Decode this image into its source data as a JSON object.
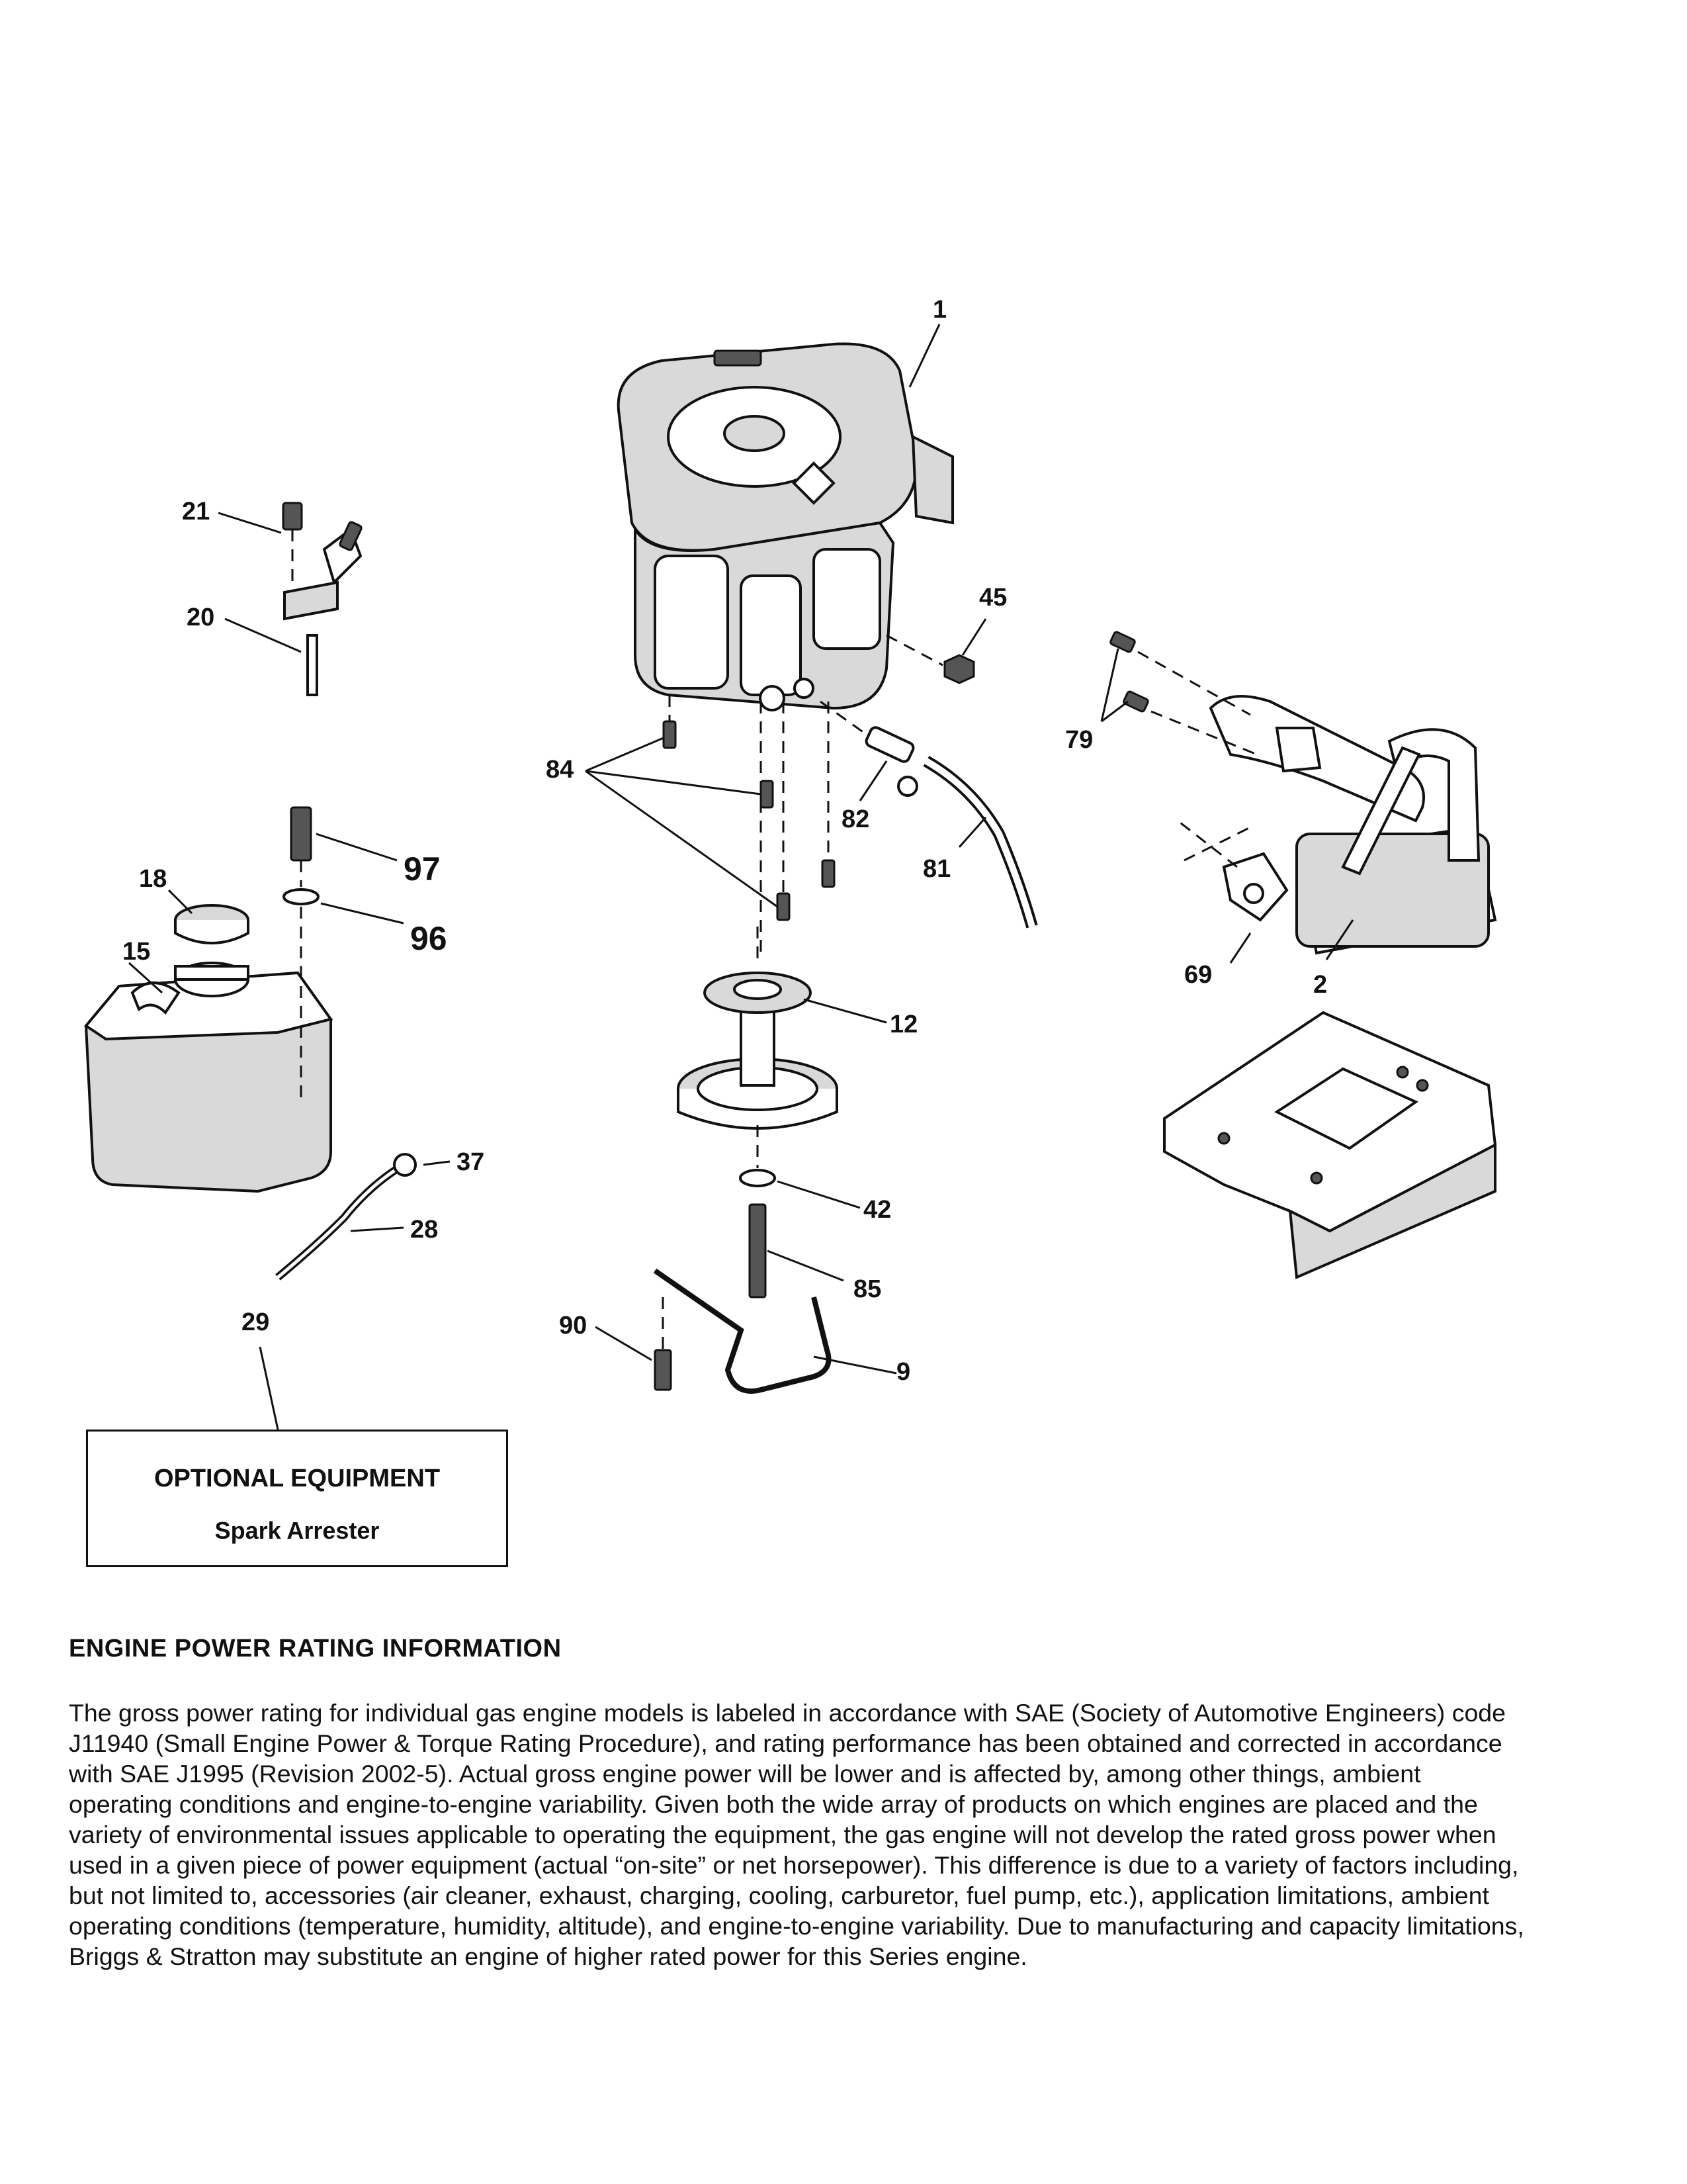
{
  "callouts": {
    "p1": "1",
    "p2": "2",
    "p9": "9",
    "p12": "12",
    "p15": "15",
    "p18": "18",
    "p20": "20",
    "p21": "21",
    "p28": "28",
    "p29": "29",
    "p37": "37",
    "p42": "42",
    "p45": "45",
    "p69": "69",
    "p79": "79",
    "p81": "81",
    "p82": "82",
    "p84": "84",
    "p85": "85",
    "p90": "90",
    "p96": "96",
    "p97": "97"
  },
  "optional_equipment": {
    "title": "OPTIONAL EQUIPMENT",
    "item": "Spark Arrester"
  },
  "rating": {
    "heading": "ENGINE POWER RATING INFORMATION",
    "body": "The gross power rating for individual gas engine models is labeled in accordance with SAE (Society of Automotive Engineers) code J11940 (Small Engine Power & Torque Rating Procedure), and rating performance has been obtained and corrected in accordance with SAE J1995 (Revision 2002-5). Actual gross engine power will be lower and is affected by, among other things, ambient operating conditions and engine-to-engine variability. Given both the wide array of products on which engines are placed and the variety of environmental issues applicable to operating the equipment, the gas engine will not develop the rated gross power when used in a given piece of power equipment (actual “on-site” or net horsepower). This difference is due to a variety of factors including, but not limited to, accessories (air cleaner, exhaust, charging, cooling, carburetor, fuel pump, etc.), application limitations, ambient operating conditions (temperature, humidity, altitude), and engine-to-engine variability. Due to manufacturing and capacity limitations, Briggs & Stratton may substitute an engine of higher rated power for this Series engine."
  }
}
